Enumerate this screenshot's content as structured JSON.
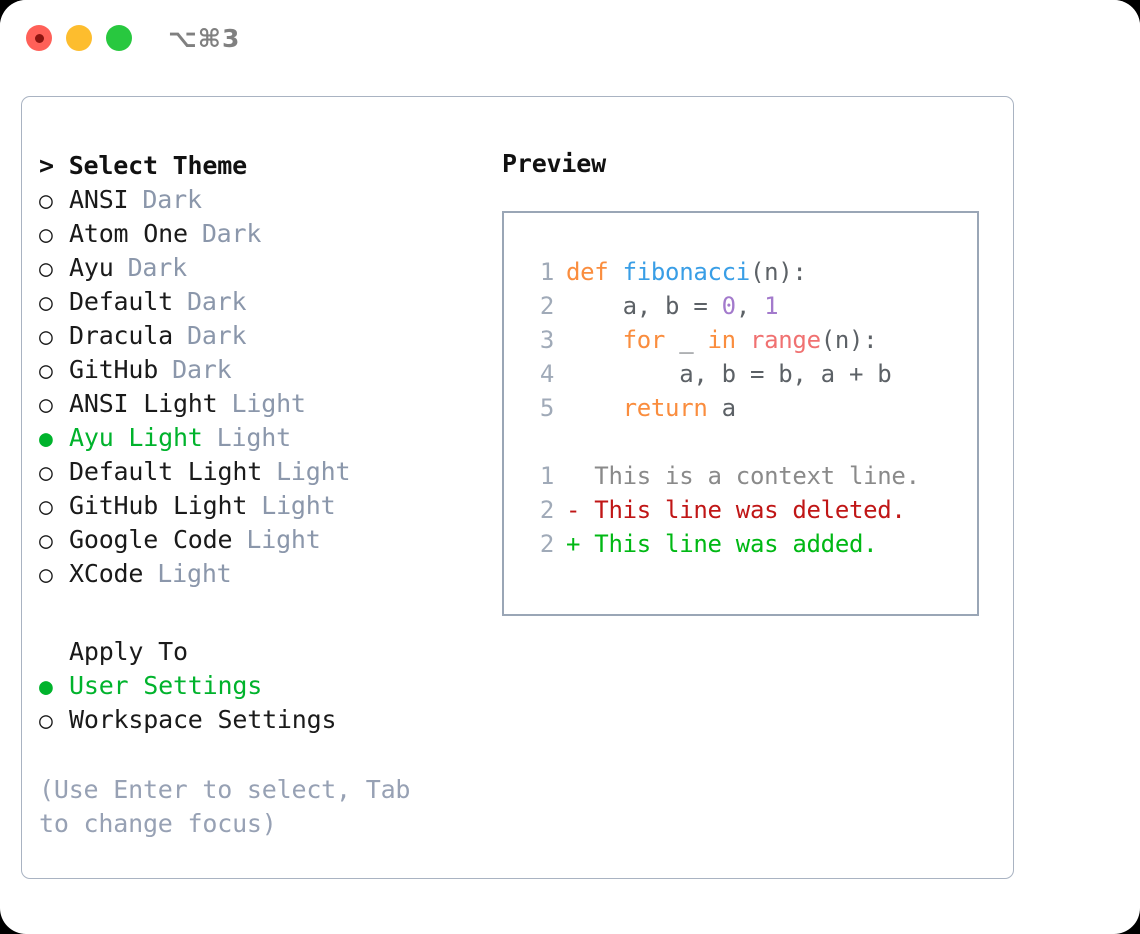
{
  "titlebar": {
    "shortcut": "⌥⌘3",
    "buttons": [
      {
        "name": "close",
        "color": "#ff6058"
      },
      {
        "name": "minimize",
        "color": "#fdbd2e"
      },
      {
        "name": "maximize",
        "color": "#28c83f"
      }
    ]
  },
  "theme_section": {
    "header": "> Select Theme",
    "marker_selected": "●",
    "marker_unselected": "○",
    "items": [
      {
        "label": "ANSI",
        "badge": "Dark",
        "selected": false
      },
      {
        "label": "Atom One",
        "badge": "Dark",
        "selected": false
      },
      {
        "label": "Ayu",
        "badge": "Dark",
        "selected": false
      },
      {
        "label": "Default",
        "badge": "Dark",
        "selected": false
      },
      {
        "label": "Dracula",
        "badge": "Dark",
        "selected": false
      },
      {
        "label": "GitHub",
        "badge": "Dark",
        "selected": false
      },
      {
        "label": "ANSI Light",
        "badge": "Light",
        "selected": false
      },
      {
        "label": "Ayu Light",
        "badge": "Light",
        "selected": true
      },
      {
        "label": "Default Light",
        "badge": "Light",
        "selected": false
      },
      {
        "label": "GitHub Light",
        "badge": "Light",
        "selected": false
      },
      {
        "label": "Google Code",
        "badge": "Light",
        "selected": false
      },
      {
        "label": "XCode",
        "badge": "Light",
        "selected": false
      }
    ]
  },
  "apply_section": {
    "header": "Apply To",
    "items": [
      {
        "label": "User Settings",
        "selected": true
      },
      {
        "label": "Workspace Settings",
        "selected": false
      }
    ]
  },
  "hint": "(Use Enter to select, Tab to change focus)",
  "preview": {
    "title": "Preview",
    "code_lines": [
      {
        "number": "1",
        "tokens": [
          {
            "text": "def ",
            "type": "kw"
          },
          {
            "text": "fibonacci",
            "type": "fn"
          },
          {
            "text": "(n):",
            "type": "punc"
          }
        ]
      },
      {
        "number": "2",
        "tokens": [
          {
            "text": "    a, b = ",
            "type": "punc"
          },
          {
            "text": "0",
            "type": "num"
          },
          {
            "text": ", ",
            "type": "punc"
          },
          {
            "text": "1",
            "type": "num"
          }
        ]
      },
      {
        "number": "3",
        "tokens": [
          {
            "text": "    ",
            "type": "punc"
          },
          {
            "text": "for",
            "type": "kw"
          },
          {
            "text": " _ ",
            "type": "punc"
          },
          {
            "text": "in",
            "type": "kw"
          },
          {
            "text": " ",
            "type": "punc"
          },
          {
            "text": "range",
            "type": "bi"
          },
          {
            "text": "(n):",
            "type": "punc"
          }
        ]
      },
      {
        "number": "4",
        "tokens": [
          {
            "text": "        a, b = b, a + b",
            "type": "punc"
          }
        ]
      },
      {
        "number": "5",
        "tokens": [
          {
            "text": "    ",
            "type": "punc"
          },
          {
            "text": "return",
            "type": "kw"
          },
          {
            "text": " a",
            "type": "punc"
          }
        ]
      }
    ],
    "diff_lines": [
      {
        "number": "1",
        "marker": "  ",
        "text": "This is a context line.",
        "kind": "ctx"
      },
      {
        "number": "2",
        "marker": "- ",
        "text": "This line was deleted.",
        "kind": "del"
      },
      {
        "number": "2",
        "marker": "+ ",
        "text": "This line was added.",
        "kind": "add"
      }
    ]
  },
  "colors": {
    "accent_green": "#00b32c",
    "keyword": "#fa8d3e",
    "function": "#399ee6",
    "number": "#a37acc",
    "builtin": "#f07171",
    "text": "#5c6166",
    "muted": "#8b97ab",
    "diff_add": "#00b814",
    "diff_del": "#c01616",
    "border": "#9aa6b6"
  }
}
